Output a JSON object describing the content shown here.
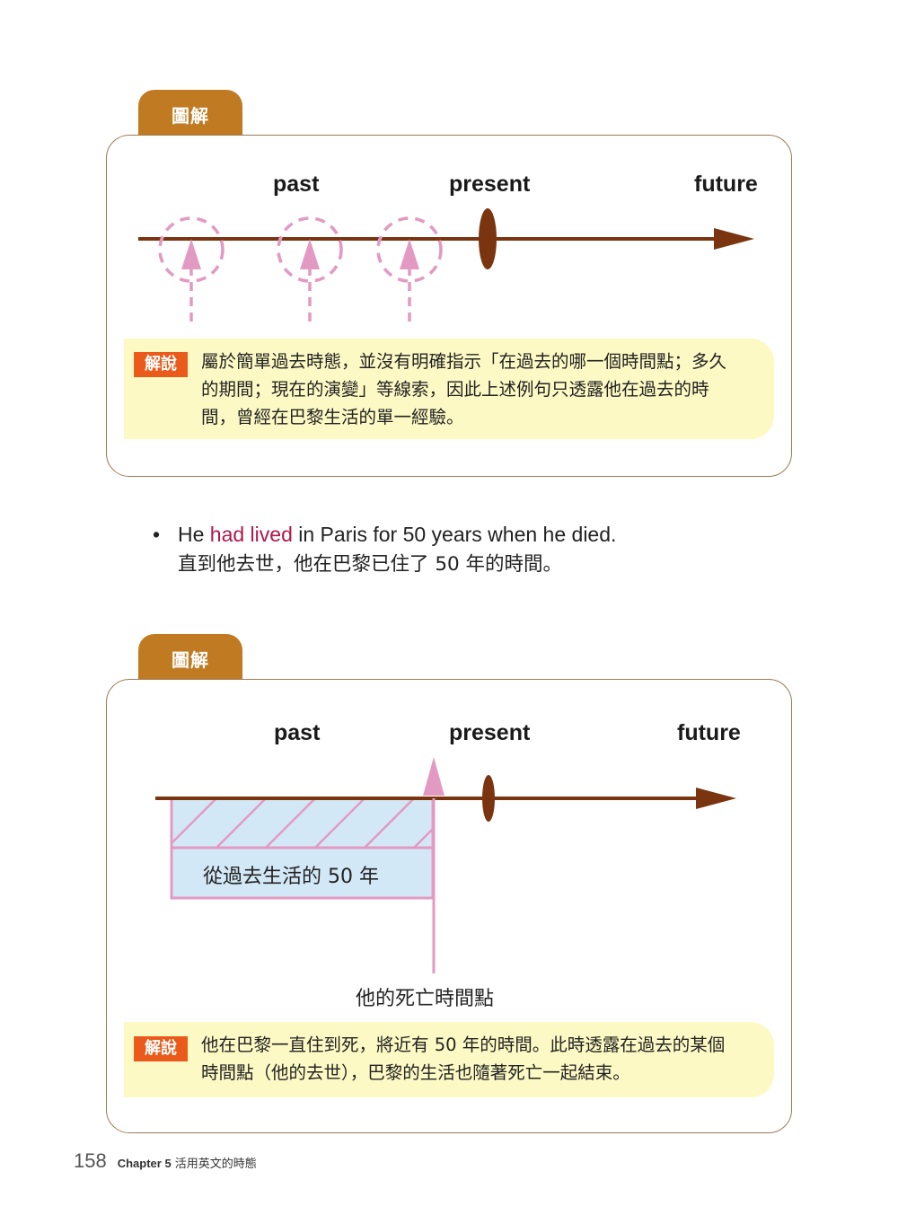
{
  "diagram1": {
    "tab_label": "圖解",
    "labels": {
      "past": "past",
      "present": "present",
      "future": "future"
    },
    "note": {
      "tag": "解說",
      "lines": [
        "屬於簡單過去時態，並沒有明確指示「在過去的哪一個時間點；多久",
        "的期間；現在的演變」等線索，因此上述例句只透露他在過去的時",
        "間，曾經在巴黎生活的單一經驗。"
      ]
    }
  },
  "sentence": {
    "bullet": "•",
    "en_before": "He ",
    "en_highlight": "had lived",
    "en_after": " in Paris for 50 years when he died.",
    "zh": "直到他去世，他在巴黎已住了 50 年的時間。"
  },
  "diagram2": {
    "tab_label": "圖解",
    "labels": {
      "past": "past",
      "present": "present",
      "future": "future"
    },
    "bar_caption": "從過去生活的 50 年",
    "death_label": "他的死亡時間點",
    "note": {
      "tag": "解說",
      "lines": [
        "他在巴黎一直住到死，將近有 50 年的時間。此時透露在過去的某個",
        "時間點（他的去世），巴黎的生活也隨著死亡一起結束。"
      ]
    }
  },
  "footer": {
    "page_number": "158",
    "chapter": "Chapter 5",
    "chapter_title": "活用英文的時態"
  },
  "colors": {
    "tab": "#c07a22",
    "timeline": "#7a3510",
    "pink": "#e39ac2",
    "note_bg": "#fdf9c4",
    "note_tag": "#ea5a1b",
    "highlight": "#b0164a",
    "bar_fill": "#d3e8f6"
  }
}
